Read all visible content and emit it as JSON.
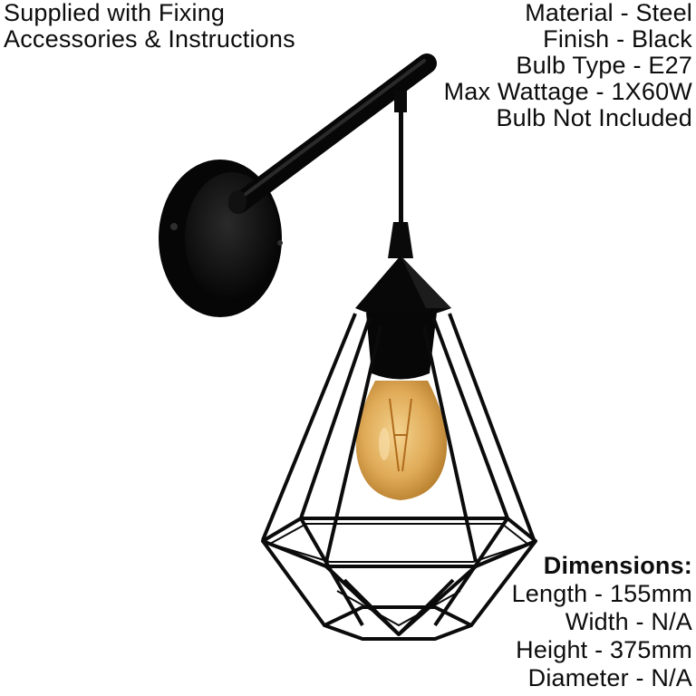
{
  "top_left": {
    "lines": [
      "Supplied with Fixing",
      "Accessories & Instructions"
    ]
  },
  "specs": {
    "lines": [
      "Material - Steel",
      "Finish - Black",
      "Bulb Type - E27",
      "Max Wattage - 1X60W",
      "Bulb Not Included"
    ]
  },
  "dimensions": {
    "heading": "Dimensions:",
    "lines": [
      "Length - 155mm",
      "Width - N/A",
      "Height - 375mm",
      "Diameter - N/A"
    ]
  },
  "product_image": {
    "subject": "black-wall-light-with-geometric-cage",
    "colors": {
      "metal": "#0b0b0b",
      "bulb_glass": "#e2b060",
      "background": "#ffffff"
    }
  }
}
